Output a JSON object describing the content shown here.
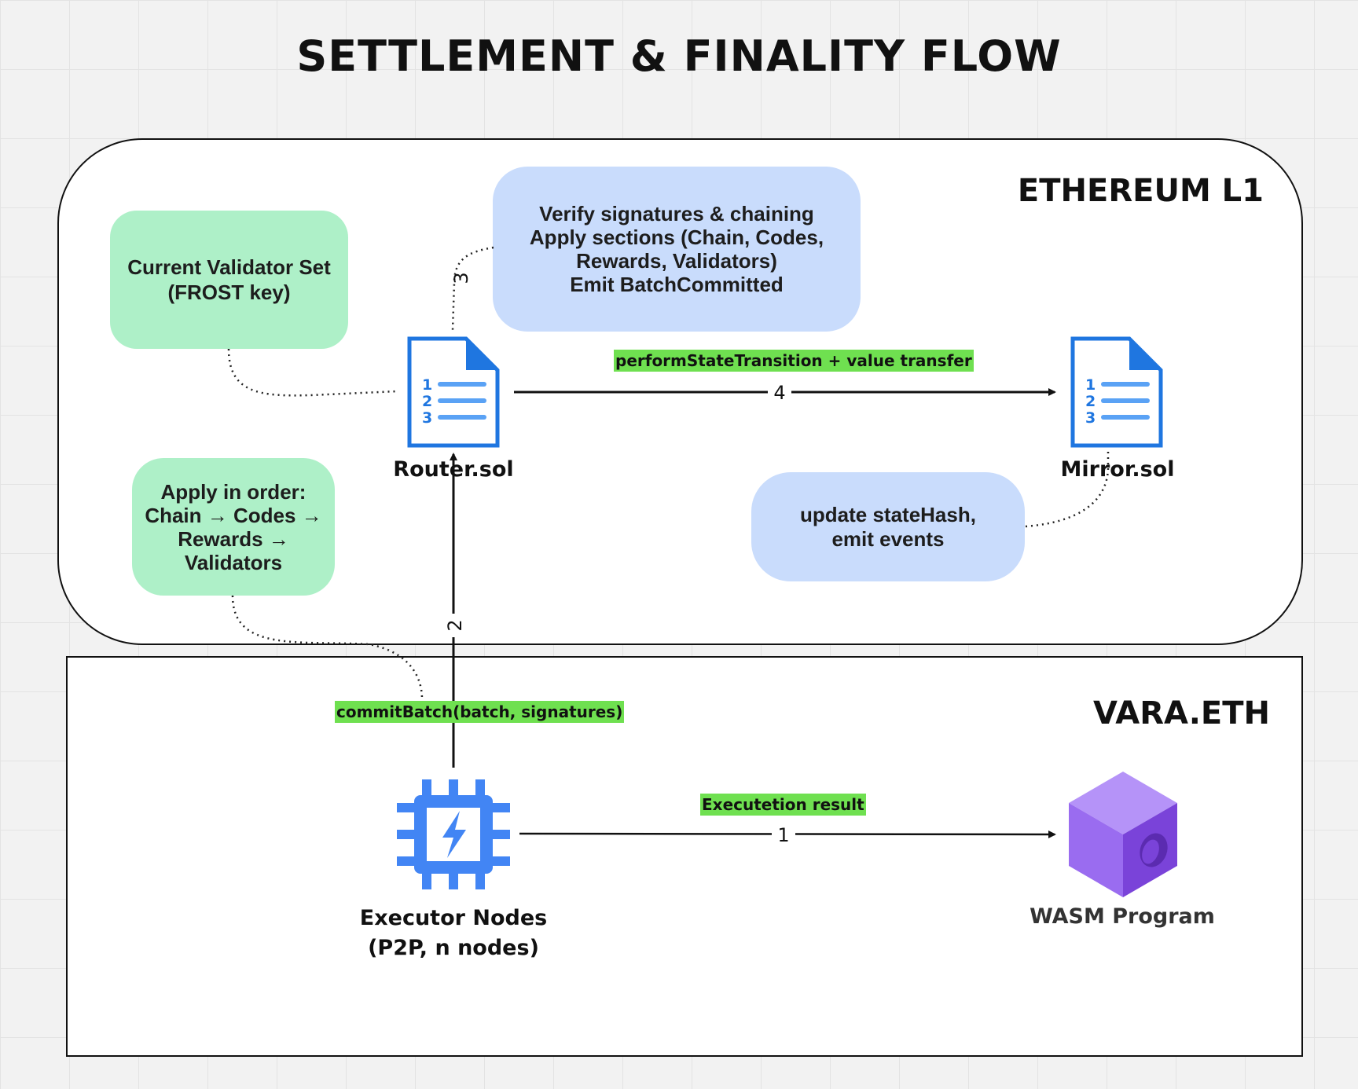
{
  "title": "SETTLEMENT & FINALITY FLOW",
  "regions": {
    "ethereum": {
      "label": "ETHEREUM L1"
    },
    "vara": {
      "label": "VARA.ETH"
    }
  },
  "notes": {
    "validator_set": "Current Validator Set\n(FROST key)",
    "verify": "Verify signatures & chaining\nApply sections (Chain, Codes,\nRewards, Validators)\nEmit BatchCommitted",
    "apply_order": "Apply in order:\nChain → Codes →\nRewards →\nValidators",
    "update_state": "update stateHash,\nemit events"
  },
  "nodes": {
    "router": {
      "label": "Router.sol",
      "icon": "numbered-document-icon"
    },
    "mirror": {
      "label": "Mirror.sol",
      "icon": "numbered-document-icon"
    },
    "executor": {
      "label": "Executor Nodes\n(P2P, n nodes)",
      "icon": "processor-chip-icon"
    },
    "wasm": {
      "label": "WASM Program",
      "icon": "cube-icon"
    }
  },
  "document_numbers": [
    "1",
    "2",
    "3"
  ],
  "edges": {
    "execution": {
      "step": "1",
      "label": "Executetion result"
    },
    "commit": {
      "step": "2",
      "label": "commitBatch(batch, signatures)"
    },
    "verify": {
      "step": "3"
    },
    "transition": {
      "step": "4",
      "label": "performStateTransition + value transfer"
    }
  },
  "colors": {
    "green_note": "#aef0c8",
    "blue_note": "#c9dcfc",
    "edge_label_bg": "#6fe050",
    "document_blue": "#1f76e0",
    "chip_blue": "#4285f4",
    "cube_purple": "#9b6bf0"
  }
}
